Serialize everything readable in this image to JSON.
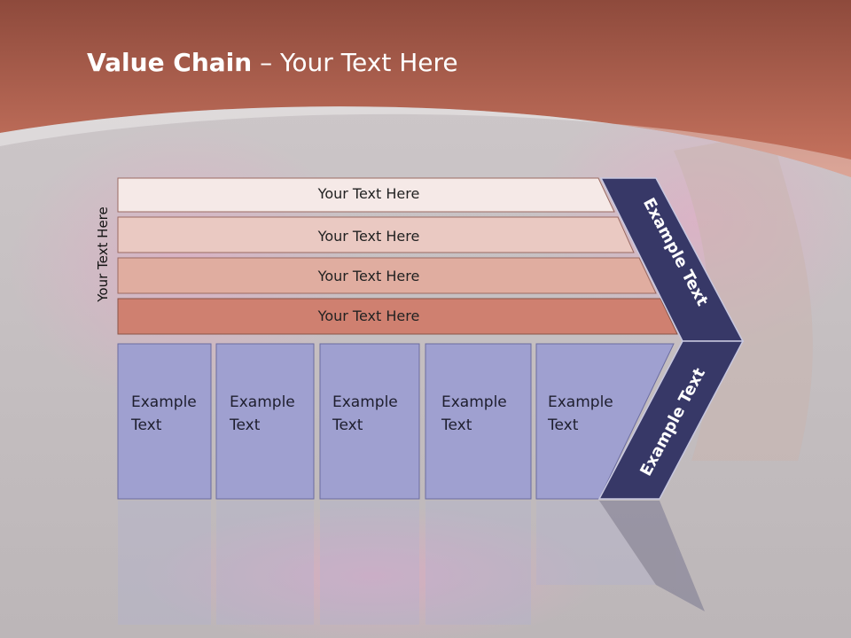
{
  "slide": {
    "title_bold": "Value Chain",
    "title_rest": " – Your Text Here",
    "side_label": "Your Text Here"
  },
  "bars": [
    {
      "label": "Your Text Here",
      "color": "#f5e9e7"
    },
    {
      "label": "Your Text Here",
      "color": "#eac9c2"
    },
    {
      "label": "Your Text Here",
      "color": "#e0ada0"
    },
    {
      "label": "Your Text Here",
      "color": "#cf8070"
    }
  ],
  "cells": [
    {
      "line1": "Example",
      "line2": "Text"
    },
    {
      "line1": "Example",
      "line2": "Text"
    },
    {
      "line1": "Example",
      "line2": "Text"
    },
    {
      "line1": "Example",
      "line2": "Text"
    },
    {
      "line1": "Example",
      "line2": "Text"
    }
  ],
  "chevron_upper": "Example Text",
  "chevron_lower": "Example Text",
  "colors": {
    "header": "#b8654f",
    "cell_fill": "#9fa0d0",
    "chevron_fill": "#373867"
  }
}
